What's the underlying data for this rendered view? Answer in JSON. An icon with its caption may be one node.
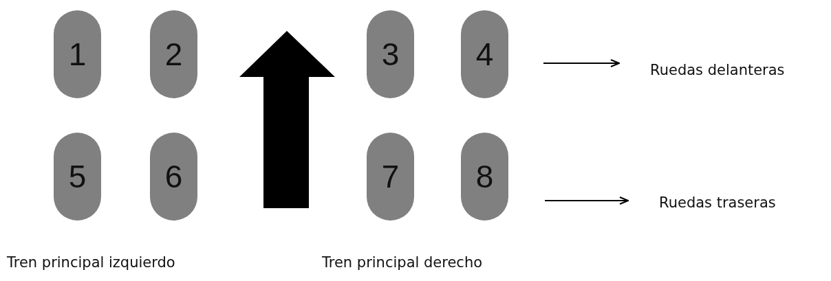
{
  "diagram": {
    "nodes": [
      {
        "text": [
          "1"
        ]
      },
      {
        "text": [
          "2"
        ]
      },
      {
        "text": [
          "3"
        ]
      },
      {
        "text": [
          "4"
        ]
      },
      {
        "text": [
          "5"
        ]
      },
      {
        "text": [
          "6"
        ]
      },
      {
        "text": [
          "7"
        ]
      },
      {
        "text": [
          "8"
        ]
      },
      {
        "text": [
          "Ruedas delanteras"
        ]
      },
      {
        "text": [
          "Ruedas traseras"
        ]
      }
    ],
    "edges": [
      {
        "from": null,
        "to": 8,
        "arrow": "to"
      },
      {
        "from": null,
        "to": 9,
        "arrow": "to"
      }
    ],
    "labels": [
      "Tren principal izquierdo",
      "Tren principal derecho"
    ]
  }
}
